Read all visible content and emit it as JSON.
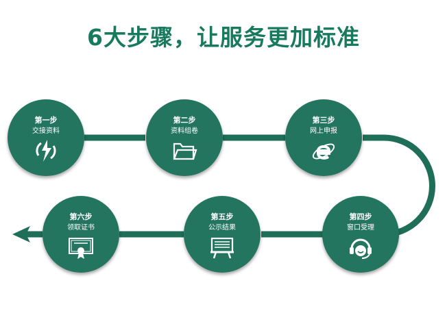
{
  "title": "6大步骤，让服务更加标准",
  "steps": [
    {
      "name": "第一步",
      "desc": "交接资料",
      "icon": "refresh-arrows-icon"
    },
    {
      "name": "第二步",
      "desc": "资料组卷",
      "icon": "folder-icon"
    },
    {
      "name": "第三步",
      "desc": "网上申报",
      "icon": "internet-explorer-icon"
    },
    {
      "name": "第四步",
      "desc": "窗口受理",
      "icon": "headset-agent-icon"
    },
    {
      "name": "第五步",
      "desc": "公示结果",
      "icon": "notice-board-icon"
    },
    {
      "name": "第六步",
      "desc": "领取证书",
      "icon": "certificate-icon"
    }
  ],
  "colors": {
    "primary": "#237560",
    "title": "#177a5c"
  }
}
